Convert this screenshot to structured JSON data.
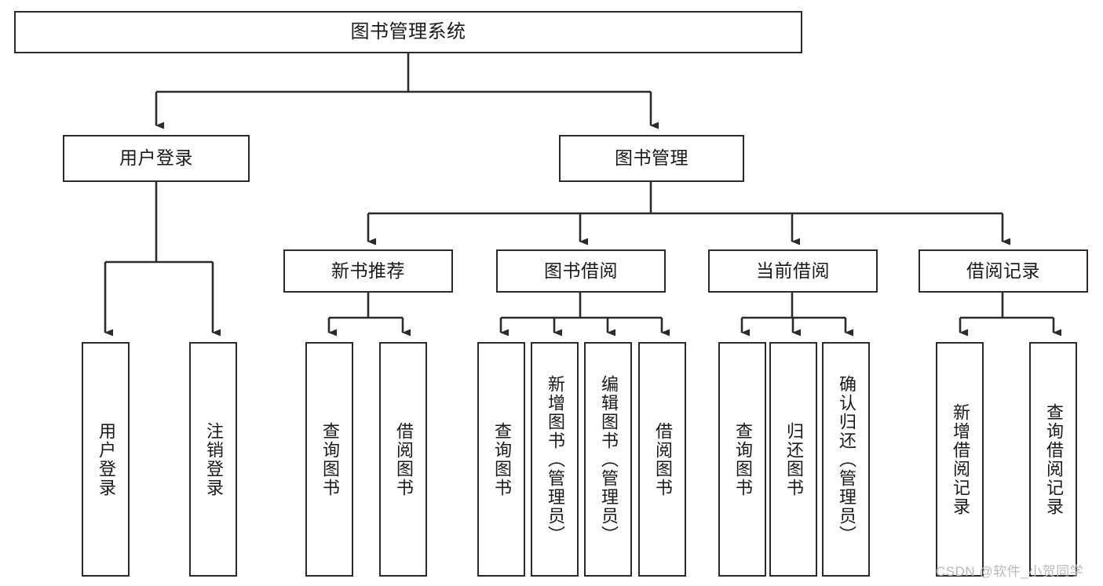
{
  "diagram": {
    "title": "图书管理系统",
    "type": "tree",
    "stroke_color": "#2b2b2b",
    "background_color": "#ffffff",
    "text_color": "#1a1a1a"
  },
  "nodes": {
    "root": {
      "label": "图书管理系统",
      "orientation": "horizontal"
    },
    "level2": [
      {
        "id": "user-login",
        "label": "用户登录",
        "orientation": "horizontal"
      },
      {
        "id": "book-manage",
        "label": "图书管理",
        "orientation": "horizontal"
      }
    ],
    "level3": [
      {
        "id": "new-book-recommend",
        "label": "新书推荐",
        "orientation": "horizontal"
      },
      {
        "id": "book-borrow",
        "label": "图书借阅",
        "orientation": "horizontal"
      },
      {
        "id": "current-borrow",
        "label": "当前借阅",
        "orientation": "horizontal"
      },
      {
        "id": "borrow-record",
        "label": "借阅记录",
        "orientation": "horizontal"
      }
    ],
    "leaves": [
      {
        "id": "leaf-user-login",
        "label": "用户登录",
        "orientation": "vertical",
        "parent": "user-login"
      },
      {
        "id": "leaf-logout-login",
        "label": "注销登录",
        "orientation": "vertical",
        "parent": "user-login"
      },
      {
        "id": "leaf-query-book-1",
        "label": "查询图书",
        "orientation": "vertical",
        "parent": "new-book-recommend"
      },
      {
        "id": "leaf-borrow-book-1",
        "label": "借阅图书",
        "orientation": "vertical",
        "parent": "new-book-recommend"
      },
      {
        "id": "leaf-query-book-2",
        "label": "查询图书",
        "orientation": "vertical",
        "parent": "book-borrow"
      },
      {
        "id": "leaf-add-book",
        "label": "新增图书（管理员）",
        "orientation": "vertical",
        "parent": "book-borrow"
      },
      {
        "id": "leaf-edit-book",
        "label": "编辑图书（管理员）",
        "orientation": "vertical",
        "parent": "book-borrow"
      },
      {
        "id": "leaf-borrow-book-2",
        "label": "借阅图书",
        "orientation": "vertical",
        "parent": "book-borrow"
      },
      {
        "id": "leaf-query-book-3",
        "label": "查询图书",
        "orientation": "vertical",
        "parent": "current-borrow"
      },
      {
        "id": "leaf-return-book",
        "label": "归还图书",
        "orientation": "vertical",
        "parent": "current-borrow"
      },
      {
        "id": "leaf-confirm-return",
        "label": "确认归还（管理员）",
        "orientation": "vertical",
        "parent": "current-borrow"
      },
      {
        "id": "leaf-add-record",
        "label": "新增借阅记录",
        "orientation": "vertical",
        "parent": "borrow-record"
      },
      {
        "id": "leaf-query-record",
        "label": "查询借阅记录",
        "orientation": "vertical",
        "parent": "borrow-record"
      }
    ]
  },
  "watermark": {
    "text": "CSDN @软件_小贺同学"
  }
}
